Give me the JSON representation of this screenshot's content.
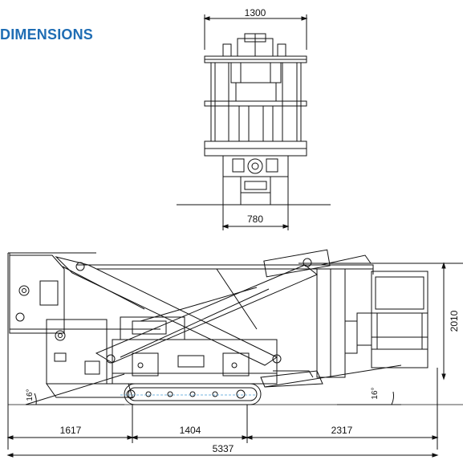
{
  "page": {
    "heading": "DIMENSIONS"
  },
  "front_view": {
    "dim_top_width": "1300",
    "dim_track_width": "780"
  },
  "side_view": {
    "dim_height": "2010",
    "angle_left": "16°",
    "angle_right": "16°",
    "dim_rear_overhang": "1617",
    "dim_track_length": "1404",
    "dim_front_overhang": "2317",
    "dim_total_length": "5337"
  },
  "colors": {
    "heading": "#1f6db4",
    "line": "#111111",
    "accent_line": "#4a9fd8"
  }
}
